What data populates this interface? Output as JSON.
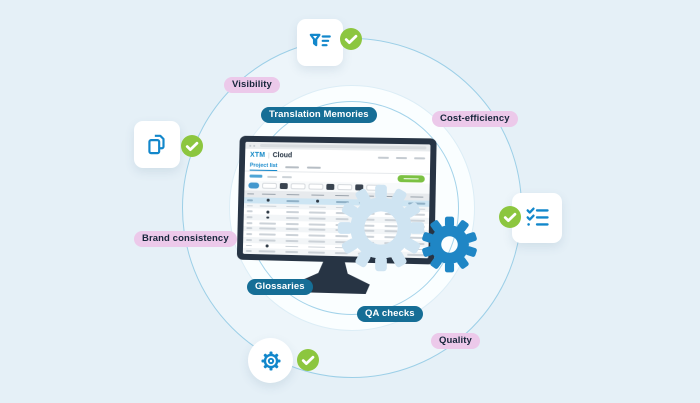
{
  "illustration": {
    "background_color": "#e5f0f7",
    "accent_blue": "#1287cb",
    "check_green": "#8cc63f",
    "pill_pink_bg": "#ecc9ea",
    "pill_blue_bg": "#166e96",
    "gear_light_blue": "#cfe4f2",
    "gear_solid_blue": "#1f86c5",
    "monitor_bezel": "#273444",
    "feature_icons": [
      "filter-icon",
      "copy-icon",
      "checklist-icon",
      "gear-icon"
    ]
  },
  "orbit_labels": {
    "visibility": "Visibility",
    "translation_memories": "Translation Memories",
    "cost_efficiency": "Cost-efficiency",
    "brand_consistency": "Brand consistency",
    "glossaries": "Glossaries",
    "qa_checks": "QA checks",
    "quality": "Quality"
  },
  "screen": {
    "logo_primary": "XTM",
    "logo_separator": "|",
    "logo_secondary": "Cloud",
    "active_tab": "Project list",
    "table": {
      "row_count": 10,
      "col_count": 8,
      "highlight_row": 0,
      "dot_cells": [
        [
          0,
          1
        ],
        [
          0,
          3
        ],
        [
          2,
          1
        ],
        [
          3,
          1
        ],
        [
          8,
          1
        ]
      ]
    }
  }
}
